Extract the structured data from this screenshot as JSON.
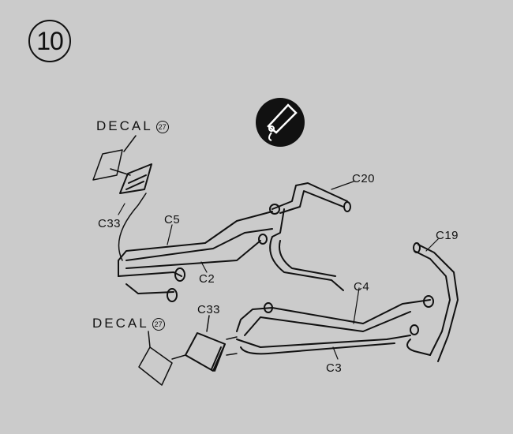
{
  "step_number": "10",
  "decal_label": "DECAL",
  "decal_number": "27",
  "icon": "tag-icon",
  "parts": {
    "c20": "C20",
    "c19": "C19",
    "c5": "C5",
    "c2": "C2",
    "c33_top": "C33",
    "c33_bottom": "C33",
    "c4": "C4",
    "c3": "C3"
  }
}
